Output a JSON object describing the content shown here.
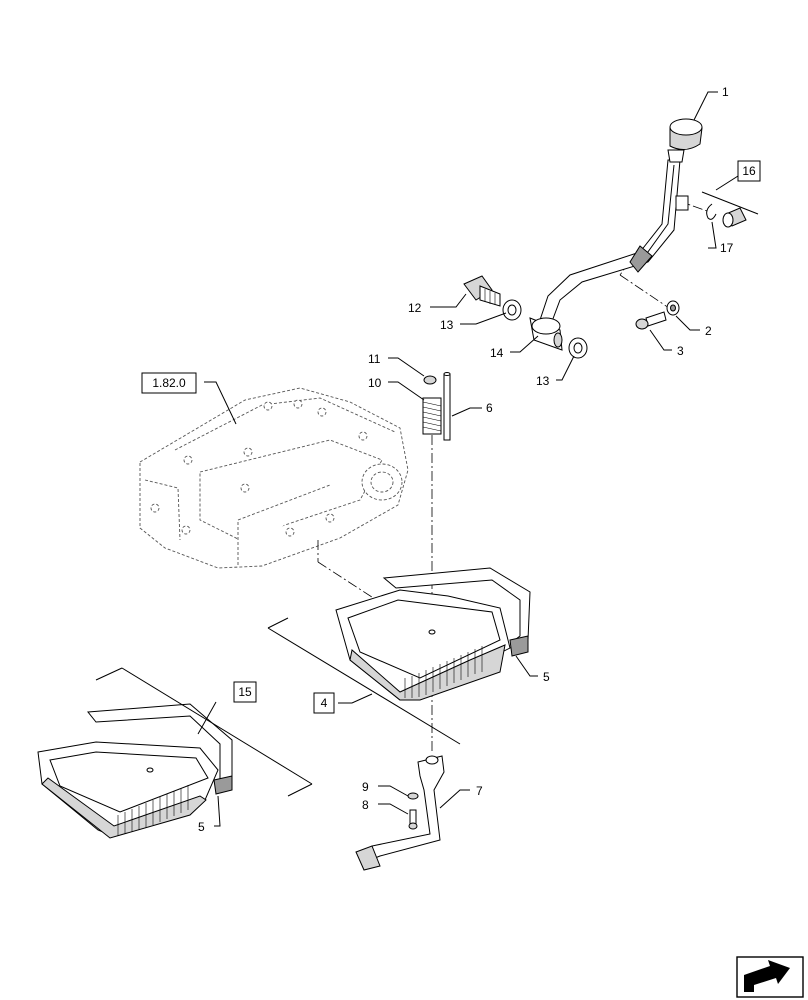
{
  "callouts": {
    "c1": "1",
    "c2": "2",
    "c3": "3",
    "c4": "4",
    "c5a": "5",
    "c5b": "5",
    "c6": "6",
    "c7": "7",
    "c8": "8",
    "c9": "9",
    "c10": "10",
    "c11": "11",
    "c12": "12",
    "c13a": "13",
    "c13b": "13",
    "c14": "14",
    "c15": "15",
    "c16": "16",
    "c17": "17",
    "ref": "1.82.0"
  },
  "nav_icon": "next-page-arrow-icon"
}
